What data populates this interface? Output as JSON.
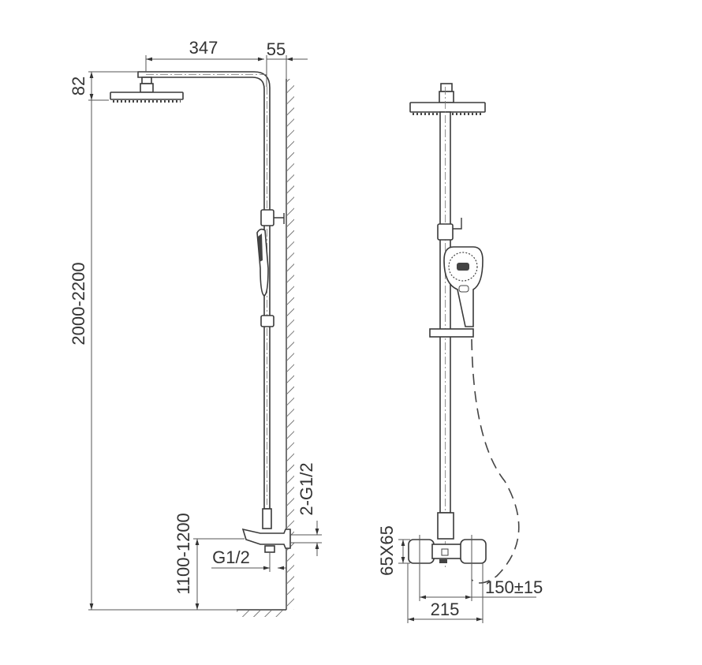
{
  "side_view": {
    "dim_arm_length": "347",
    "dim_wall_offset": "55",
    "dim_head_height": "82",
    "dim_total_height": "2000-2200",
    "dim_mixer_height": "1100-1200",
    "dim_outlet_thread": "G1/2",
    "dim_inlet_thread": "2-G1/2"
  },
  "front_view": {
    "dim_mixer_block": "65X65",
    "dim_inlet_spacing": "150±15",
    "dim_mixer_width": "215"
  }
}
